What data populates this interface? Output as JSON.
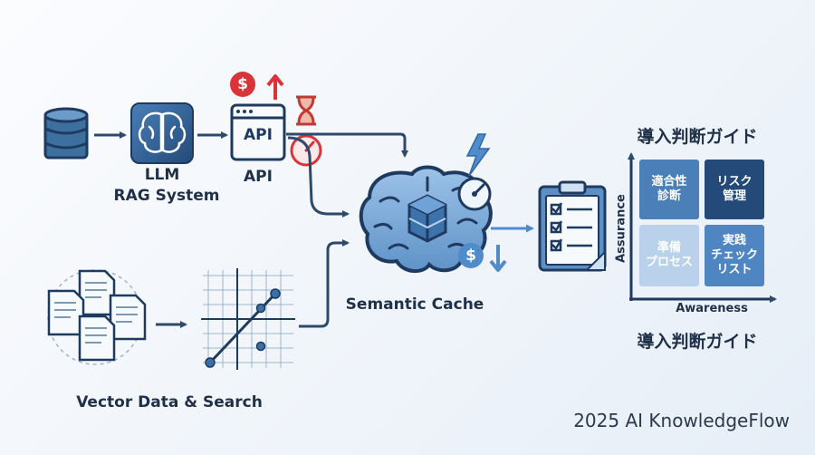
{
  "diagram": {
    "llm_label": "LLM",
    "rag_label": "RAG System",
    "api_badge": "API",
    "api_label": "API",
    "dollar_symbol": "$",
    "semantic_cache_label": "Semantic Cache",
    "vector_label": "Vector Data & Search"
  },
  "guide": {
    "title_top": "導入判断ガイド",
    "title_bottom": "導入判断ガイド",
    "y_axis_label": "Assurance",
    "x_axis_label": "Awareness",
    "cells": {
      "top_left": "適合性\n診断",
      "top_right": "リスク\n管理",
      "bottom_left": "準備\nプロセス",
      "bottom_right": "実践\nチェック\nリスト"
    }
  },
  "footer": {
    "text": "2025 AI KnowledgeFlow"
  },
  "colors": {
    "navy": "#1f3a5f",
    "blue": "#3b6fa7",
    "light_blue": "#cfe0f1",
    "cost_red": "#d8343a",
    "cache_blue": "#4f8cc9"
  }
}
